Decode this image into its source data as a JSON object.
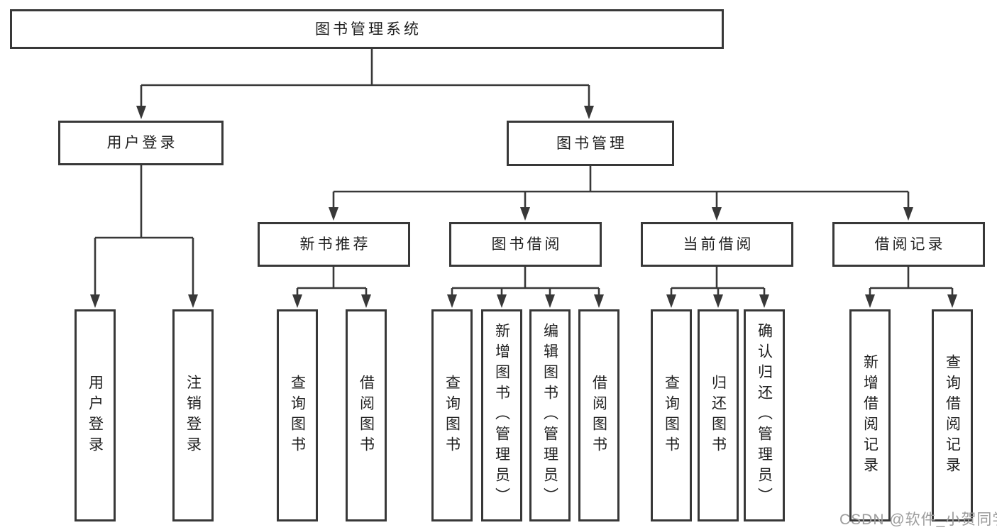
{
  "diagram": {
    "root": {
      "label": "图书管理系统",
      "children": [
        {
          "label": "用户登录",
          "children": [
            {
              "label": "用户登录"
            },
            {
              "label": "注销登录"
            }
          ]
        },
        {
          "label": "图书管理",
          "children": [
            {
              "label": "新书推荐",
              "children": [
                {
                  "label": "查询图书"
                },
                {
                  "label": "借阅图书"
                }
              ]
            },
            {
              "label": "图书借阅",
              "children": [
                {
                  "label": "查询图书"
                },
                {
                  "label": "新增图书（管理员）"
                },
                {
                  "label": "编辑图书（管理员）"
                },
                {
                  "label": "借阅图书"
                }
              ]
            },
            {
              "label": "当前借阅",
              "children": [
                {
                  "label": "查询图书"
                },
                {
                  "label": "归还图书"
                },
                {
                  "label": "确认归还（管理员）"
                }
              ]
            },
            {
              "label": "借阅记录",
              "children": [
                {
                  "label": "新增借阅记录"
                },
                {
                  "label": "查询借阅记录"
                }
              ]
            }
          ]
        }
      ]
    }
  },
  "watermark": {
    "text": "CSDN @软件_小贺同学"
  },
  "colors": {
    "line": "#383838",
    "border": "#383838",
    "text": "#1f1f1f",
    "watermark": "#9c9c9c",
    "background": "#ffffff"
  }
}
